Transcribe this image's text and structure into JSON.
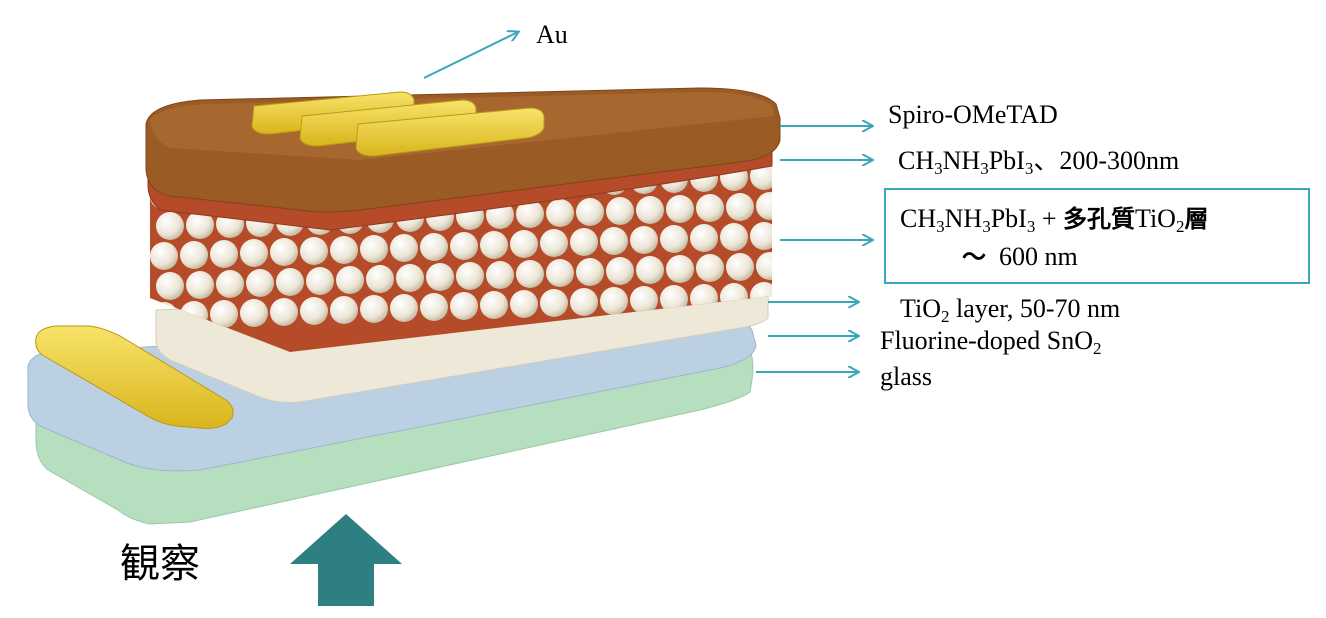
{
  "labels": {
    "au": "Au",
    "spiro": "Spiro-OMeTAD",
    "perovskite_film": {
      "ch": "CH",
      "s3a": "3",
      "nh": "NH",
      "s3b": "3",
      "pbi": "PbI",
      "s3c": "3",
      "suffix": "、200-300nm"
    },
    "composite": {
      "ch": "CH",
      "s3a": "3",
      "nh": "NH",
      "s3b": "3",
      "pbi": "PbI",
      "s3c": "3",
      "plus": " + ",
      "porous": "多孔質",
      "tio": "TiO",
      "s2": "2",
      "layer_char": "層",
      "tilde": "〜",
      "thickness": "600 nm"
    },
    "tio2_layer": {
      "tio": "TiO",
      "s2": "2",
      "rest": " layer, 50-70 nm"
    },
    "fto": {
      "text": "Fluorine-doped SnO",
      "s2": "2"
    },
    "glass": "glass",
    "observe": "観察"
  },
  "colors": {
    "arrow": "#3aa6b9",
    "observe_arrow": "#2d7f82",
    "gold": "#f2d63a",
    "spiro": "#9a5b24",
    "perovskite": "#b54b28",
    "beads": "#efe9dd",
    "tio2": "#eee8d8",
    "fto": "#bcd0e3",
    "glass": "#b6dfbf"
  },
  "icons": {
    "observe_arrow": "up-arrow-icon",
    "pointer_arrows": "right-arrow-icon"
  }
}
